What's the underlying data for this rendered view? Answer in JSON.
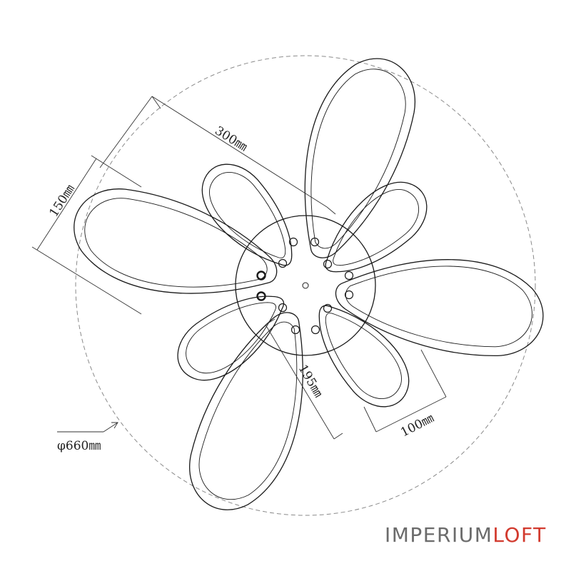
{
  "drawing": {
    "dimensions": {
      "blade_length": "300㎜",
      "blade_width": "150㎜",
      "hub_to_tip": "195㎜",
      "small_petal": "100㎜",
      "overall_diameter": "φ660㎜"
    }
  },
  "logo": {
    "brand_primary": "IMPERIUM",
    "brand_secondary": "LOFT",
    "primary_color": "#6b6b6b",
    "secondary_color": "#d23a2e"
  },
  "colors": {
    "line": "#1a1a1a",
    "dashed_circle": "#8a8a8a"
  }
}
